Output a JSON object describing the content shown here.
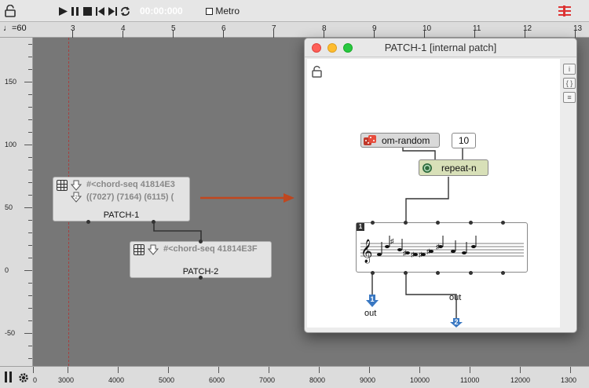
{
  "transport": {
    "time": "00:00:000",
    "metro_label": "Metro",
    "tempo": "♩=60"
  },
  "ruler_top": [
    "3",
    "4",
    "5",
    "6",
    "7",
    "8",
    "9",
    "10",
    "11",
    "12",
    "13"
  ],
  "ruler_left": [
    "150",
    "100",
    "50",
    "0",
    "-50"
  ],
  "ruler_bottom": [
    "0",
    "3000",
    "4000",
    "5000",
    "6000",
    "7000",
    "8000",
    "9000",
    "10000",
    "11000",
    "12000",
    "1300"
  ],
  "sequencer": {
    "patch1": {
      "seq_text": "#<chord-seq 41814E3",
      "values_text": "((7027) (7164) (6115) (",
      "name": "PATCH-1"
    },
    "patch2": {
      "seq_text": "#<chord-seq 41814E3F",
      "name": "PATCH-2"
    }
  },
  "window": {
    "title": "PATCH-1  [internal patch]",
    "om_random_label": "om-random",
    "number_value": "10",
    "repeat_label": "repeat-n",
    "voice_index": "1",
    "outputs": [
      {
        "index": "1",
        "label": "out"
      },
      {
        "index": "2",
        "label": "out"
      }
    ]
  },
  "colors": {
    "time_text": "#ffffff",
    "arrow": "#c0471f",
    "repeat_bg": "#d8e0b8",
    "out_blue": "#3a78c2"
  }
}
